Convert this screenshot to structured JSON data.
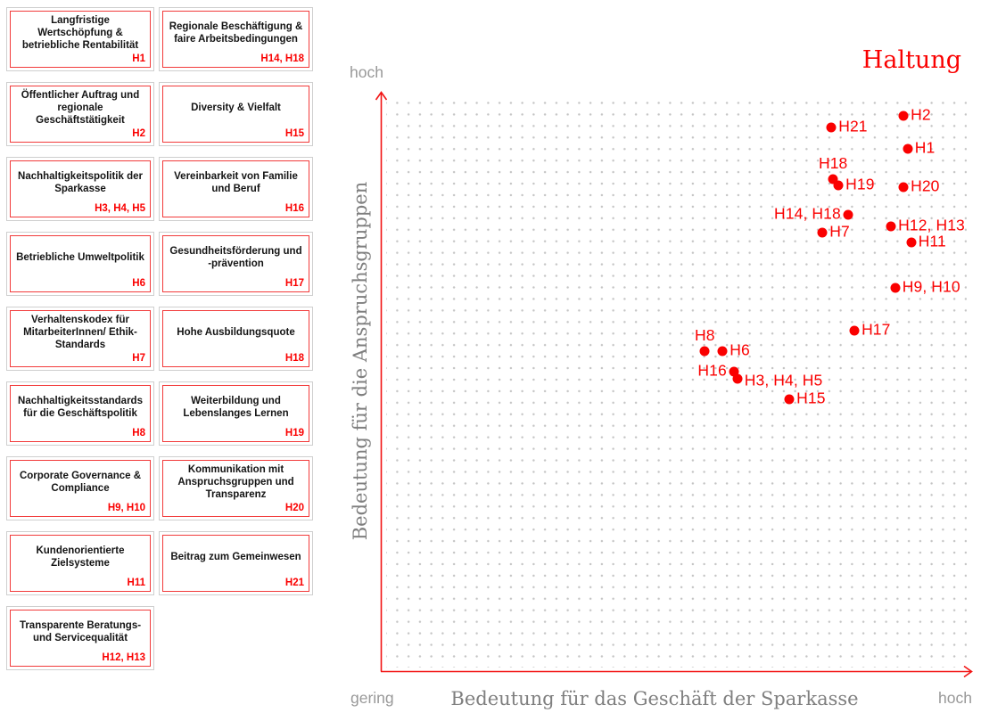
{
  "cards": {
    "left_column": [
      {
        "title": "Langfristige Wertschöpfung & betriebliche Rentabilität",
        "code": "H1"
      },
      {
        "title": "Öffentlicher Auftrag und regionale Geschäftstätigkeit",
        "code": "H2"
      },
      {
        "title": "Nachhaltigkeitspolitik der Sparkasse",
        "code": "H3, H4, H5"
      },
      {
        "title": "Betriebliche Umweltpolitik",
        "code": "H6"
      },
      {
        "title": "Verhaltenskodex für MitarbeiterInnen/ Ethik-Standards",
        "code": "H7"
      },
      {
        "title": "Nachhaltigkeitsstandards für die Geschäftspolitik",
        "code": "H8"
      },
      {
        "title": "Corporate Governance & Compliance",
        "code": "H9, H10"
      },
      {
        "title": "Kundenorientierte Zielsysteme",
        "code": "H11"
      },
      {
        "title": "Transparente Beratungs- und Servicequalität",
        "code": "H12, H13"
      }
    ],
    "right_column": [
      {
        "title": "Regionale Beschäftigung & faire Arbeitsbedingungen",
        "code": "H14, H18"
      },
      {
        "title": "Diversity & Vielfalt",
        "code": "H15"
      },
      {
        "title": "Vereinbarkeit von Familie und Beruf",
        "code": "H16"
      },
      {
        "title": "Gesundheitsförderung und -prävention",
        "code": "H17"
      },
      {
        "title": "Hohe Ausbildungsquote",
        "code": "H18"
      },
      {
        "title": "Weiterbildung und Lebenslanges Lernen",
        "code": "H19"
      },
      {
        "title": "Kommunikation mit Anspruchsgruppen und Transparenz",
        "code": "H20"
      },
      {
        "title": "Beitrag zum Gemeinwesen",
        "code": "H21"
      }
    ]
  },
  "chart_data": {
    "type": "scatter",
    "title": "Haltung",
    "xlabel": "Bedeutung für das Geschäft der Sparkasse",
    "ylabel": "Bedeutung für die Anspruchsgruppen",
    "x_min_label": "gering",
    "x_max_label": "hoch",
    "y_max_label": "hoch",
    "xlim": [
      0,
      1
    ],
    "ylim": [
      0,
      1
    ],
    "grid": "dotted",
    "legend_position": "none",
    "points": [
      {
        "label": "H2",
        "x": 0.884,
        "y": 0.954,
        "label_pos": "right"
      },
      {
        "label": "H21",
        "x": 0.762,
        "y": 0.934,
        "label_pos": "right"
      },
      {
        "label": "H1",
        "x": 0.891,
        "y": 0.897,
        "label_pos": "right"
      },
      {
        "label": "H18",
        "x": 0.765,
        "y": 0.845,
        "label_pos": "above"
      },
      {
        "label": "H19",
        "x": 0.774,
        "y": 0.835,
        "label_pos": "right"
      },
      {
        "label": "H20",
        "x": 0.884,
        "y": 0.832,
        "label_pos": "right"
      },
      {
        "label": "H14, H18",
        "x": 0.79,
        "y": 0.784,
        "label_pos": "left"
      },
      {
        "label": "H12, H13",
        "x": 0.863,
        "y": 0.764,
        "label_pos": "right"
      },
      {
        "label": "H7",
        "x": 0.747,
        "y": 0.753,
        "label_pos": "right"
      },
      {
        "label": "H11",
        "x": 0.897,
        "y": 0.737,
        "label_pos": "right"
      },
      {
        "label": "H9, H10",
        "x": 0.87,
        "y": 0.658,
        "label_pos": "right"
      },
      {
        "label": "H17",
        "x": 0.801,
        "y": 0.585,
        "label_pos": "right"
      },
      {
        "label": "H8",
        "x": 0.548,
        "y": 0.55,
        "label_pos": "above"
      },
      {
        "label": "H6",
        "x": 0.578,
        "y": 0.55,
        "label_pos": "right"
      },
      {
        "label": "H16",
        "x": 0.597,
        "y": 0.515,
        "label_pos": "left"
      },
      {
        "label": "H3, H4, H5",
        "x": 0.603,
        "y": 0.502,
        "label_pos": "right",
        "dy": 3
      },
      {
        "label": "H15",
        "x": 0.691,
        "y": 0.467,
        "label_pos": "right"
      }
    ]
  },
  "colors": {
    "accent_red": "#fa0000",
    "card_border_gray": "#cfcfcf",
    "card_border_red": "#f23b3b",
    "grid_dot": "#c4c4c4",
    "muted_text": "#999999",
    "serif_text": "#7f7f7f"
  }
}
